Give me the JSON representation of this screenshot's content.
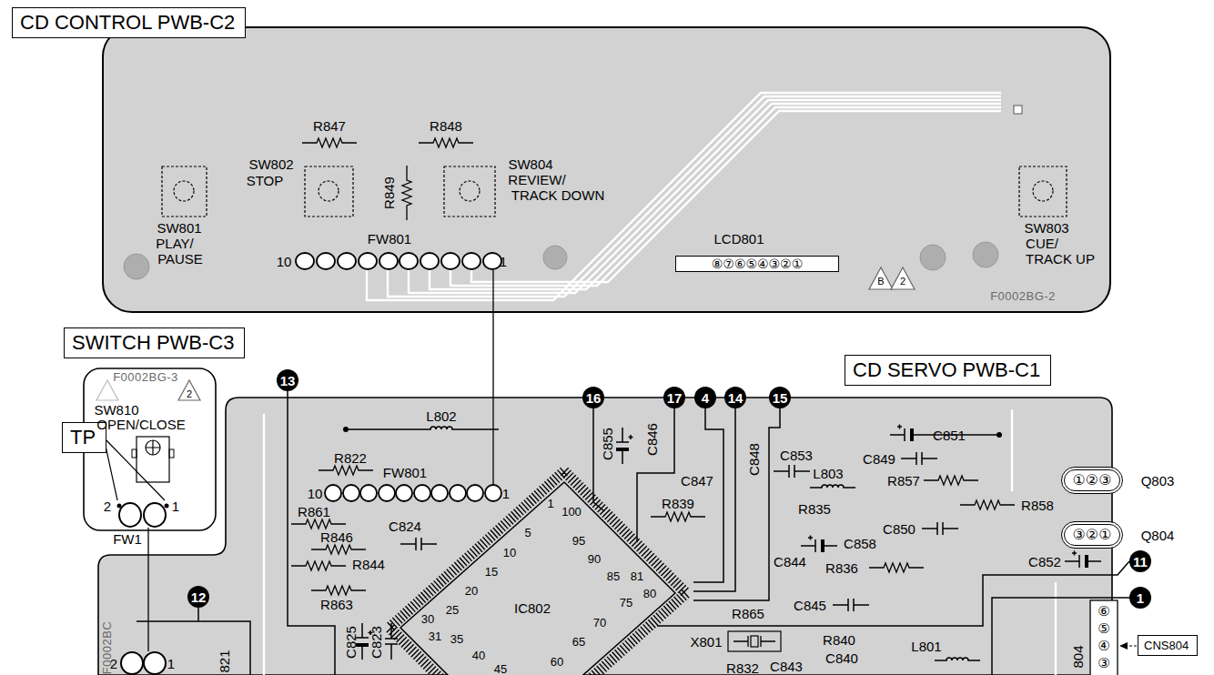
{
  "diagram": {
    "nodes": [
      {
        "text": [
          "CD CONTROL PWB-C2"
        ]
      },
      {
        "text": [
          "SWITCH PWB-C3"
        ]
      },
      {
        "text": [
          "CD SERVO PWB-C1"
        ]
      },
      {
        "text": [
          "TP"
        ]
      },
      {
        "text": [
          "CNS804"
        ]
      },
      {
        "text": [
          "⑧⑦⑥⑤④③②①"
        ]
      },
      {
        "text": [
          "①②③"
        ]
      },
      {
        "text": [
          "③②①"
        ]
      }
    ],
    "labels": [
      "R847",
      "R848",
      "R849",
      "SW802",
      "STOP",
      "SW804",
      "REVIEW/",
      "TRACK DOWN",
      "SW801",
      "PLAY/",
      "PAUSE",
      "FW801",
      "10",
      "1",
      "LCD801",
      "SW803",
      "CUE/",
      "TRACK UP",
      "F0002BG-2",
      "B",
      "2",
      "F0002BG-3",
      "2",
      "SW810",
      "OPEN/CLOSE",
      "2",
      "1",
      "FW1",
      "13",
      "16",
      "17",
      "4",
      "14",
      "15",
      "11",
      "1",
      "12",
      "L802",
      "R822",
      "FW801",
      "10",
      "1",
      "R861",
      "C824",
      "R846",
      "R844",
      "R863",
      "C825",
      "C823",
      "821",
      "F0002BC",
      "2",
      "1",
      "1",
      "100",
      "5",
      "10",
      "15",
      "20",
      "25",
      "30",
      "31",
      "35",
      "40",
      "45",
      "60",
      "65",
      "70",
      "75",
      "80",
      "81",
      "85",
      "90",
      "95",
      "IC802",
      "C855",
      "C846",
      "C847",
      "R839",
      "C848",
      "C853",
      "L803",
      "C849",
      "C851",
      "R857",
      "R858",
      "Q803",
      "Q804",
      "R835",
      "C850",
      "C858",
      "C844",
      "R836",
      "C852",
      "R865",
      "C845",
      "R840",
      "X801",
      "C840",
      "L801",
      "C843",
      "R832",
      "804",
      "⑥",
      "⑤",
      "④",
      "③"
    ]
  }
}
